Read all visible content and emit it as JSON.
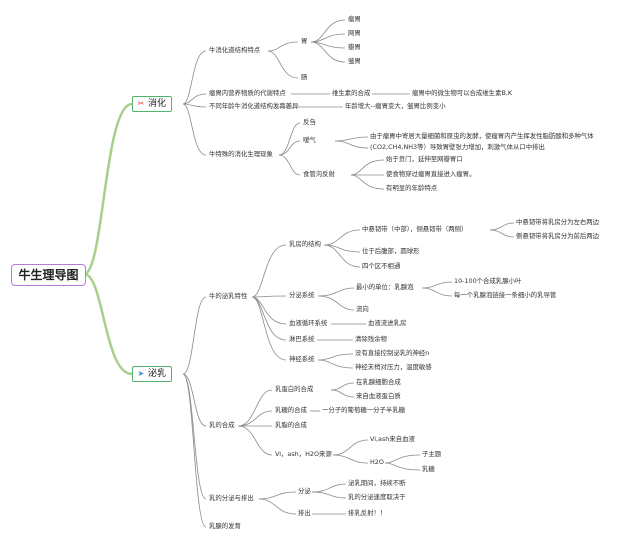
{
  "root": {
    "title": "牛生理导图"
  },
  "colors": {
    "main_line": "#a8d08d",
    "sub_line": "#8a8a8a",
    "root_border": "#b77ad6",
    "branch_border": "#52b36a"
  },
  "digestion": {
    "label": "消化",
    "icon": "scissors-icon",
    "structure": {
      "label": "牛消化道结构特点",
      "stomach": {
        "label": "胃",
        "items": [
          "瘤胃",
          "网胃",
          "瓣胃",
          "皱胃"
        ]
      },
      "intestine": "肠"
    },
    "rumen_metabolism": {
      "label": "瘤胃内营养物质的代谢特点",
      "vitamin": "维生素的合成",
      "vitamin_desc": "瘤胃中的微生物可以合成维生素B,K"
    },
    "age_change": {
      "label": "不同年龄牛消化道结构发育差异",
      "desc": "年龄增大--瘤胃变大，皱胃比例变小"
    },
    "special": {
      "label": "牛特殊的消化生理现象",
      "rumination": "反刍",
      "belching": "嗳气",
      "belching_desc_1": "由于瘤胃中寄居大量细菌和原虫的发酵，使瘤胃内产生挥发性脂肪酸和多种气体",
      "belching_desc_2": "(CO2,CH4,NH3等）导致胃壁张力增加，刺激气体从口中排出",
      "groove": "食管沟反射",
      "groove_items": [
        "始于贲门，延伸至网瓣胃口",
        "使食物穿过瘤胃直接进入瘤胃。",
        "有明显的年龄特点"
      ]
    }
  },
  "lactation": {
    "label": "泌乳",
    "icon": "send-icon",
    "traits": {
      "label": "牛的泌乳特性",
      "structure": {
        "label": "乳房的结构",
        "ligament": "中悬韧带（中部），侧悬韧带（两侧）",
        "ligament_items": [
          "中悬韧带将乳房分为左右两边",
          "侧悬韧带将乳房分为前后两边"
        ],
        "location": "位于后腹部，圆球形",
        "quarters": "四个区不相通"
      },
      "secretion": {
        "label": "分泌系统",
        "unit": "最小的单位：乳腺泡",
        "unit_items": [
          "10-100个合成乳腺小叶",
          "每一个乳腺泡链接一条细小的乳导管"
        ],
        "flow": "流向"
      },
      "blood": {
        "label": "血液循环系统",
        "desc": "血液流进乳房"
      },
      "lymph": {
        "label": "淋巴系统",
        "desc": "清除残余物"
      },
      "nerve": {
        "label": "神经系统",
        "items": [
          "没有直接控制泌乳的神经n",
          "神经末梢对压力，温度敏感"
        ]
      }
    },
    "synthesis": {
      "label": "乳的合成",
      "protein": {
        "label": "乳蛋白的合成",
        "items": [
          "在乳腺细胞合成",
          "来自血液蛋白质"
        ]
      },
      "sugar": {
        "label": "乳糖的合成",
        "desc": "一分子的葡萄糖一分子半乳糖"
      },
      "fat": {
        "label": "乳脂的合成"
      },
      "other": {
        "label": "Vi，ash，H2O来源",
        "vi": "Vi,ash来自血液",
        "h2o": "H2O",
        "h2o_items": [
          "子主题",
          "乳糖"
        ]
      }
    },
    "secretion_release": {
      "label": "乳的分泌与排出",
      "secretion": {
        "label": "分泌",
        "items": [
          "泌乳期间，持续不断",
          "乳的分泌速度取决于"
        ]
      },
      "release": {
        "label": "排出",
        "desc": "排乳反射！！"
      }
    },
    "development": "乳腺的发育"
  }
}
